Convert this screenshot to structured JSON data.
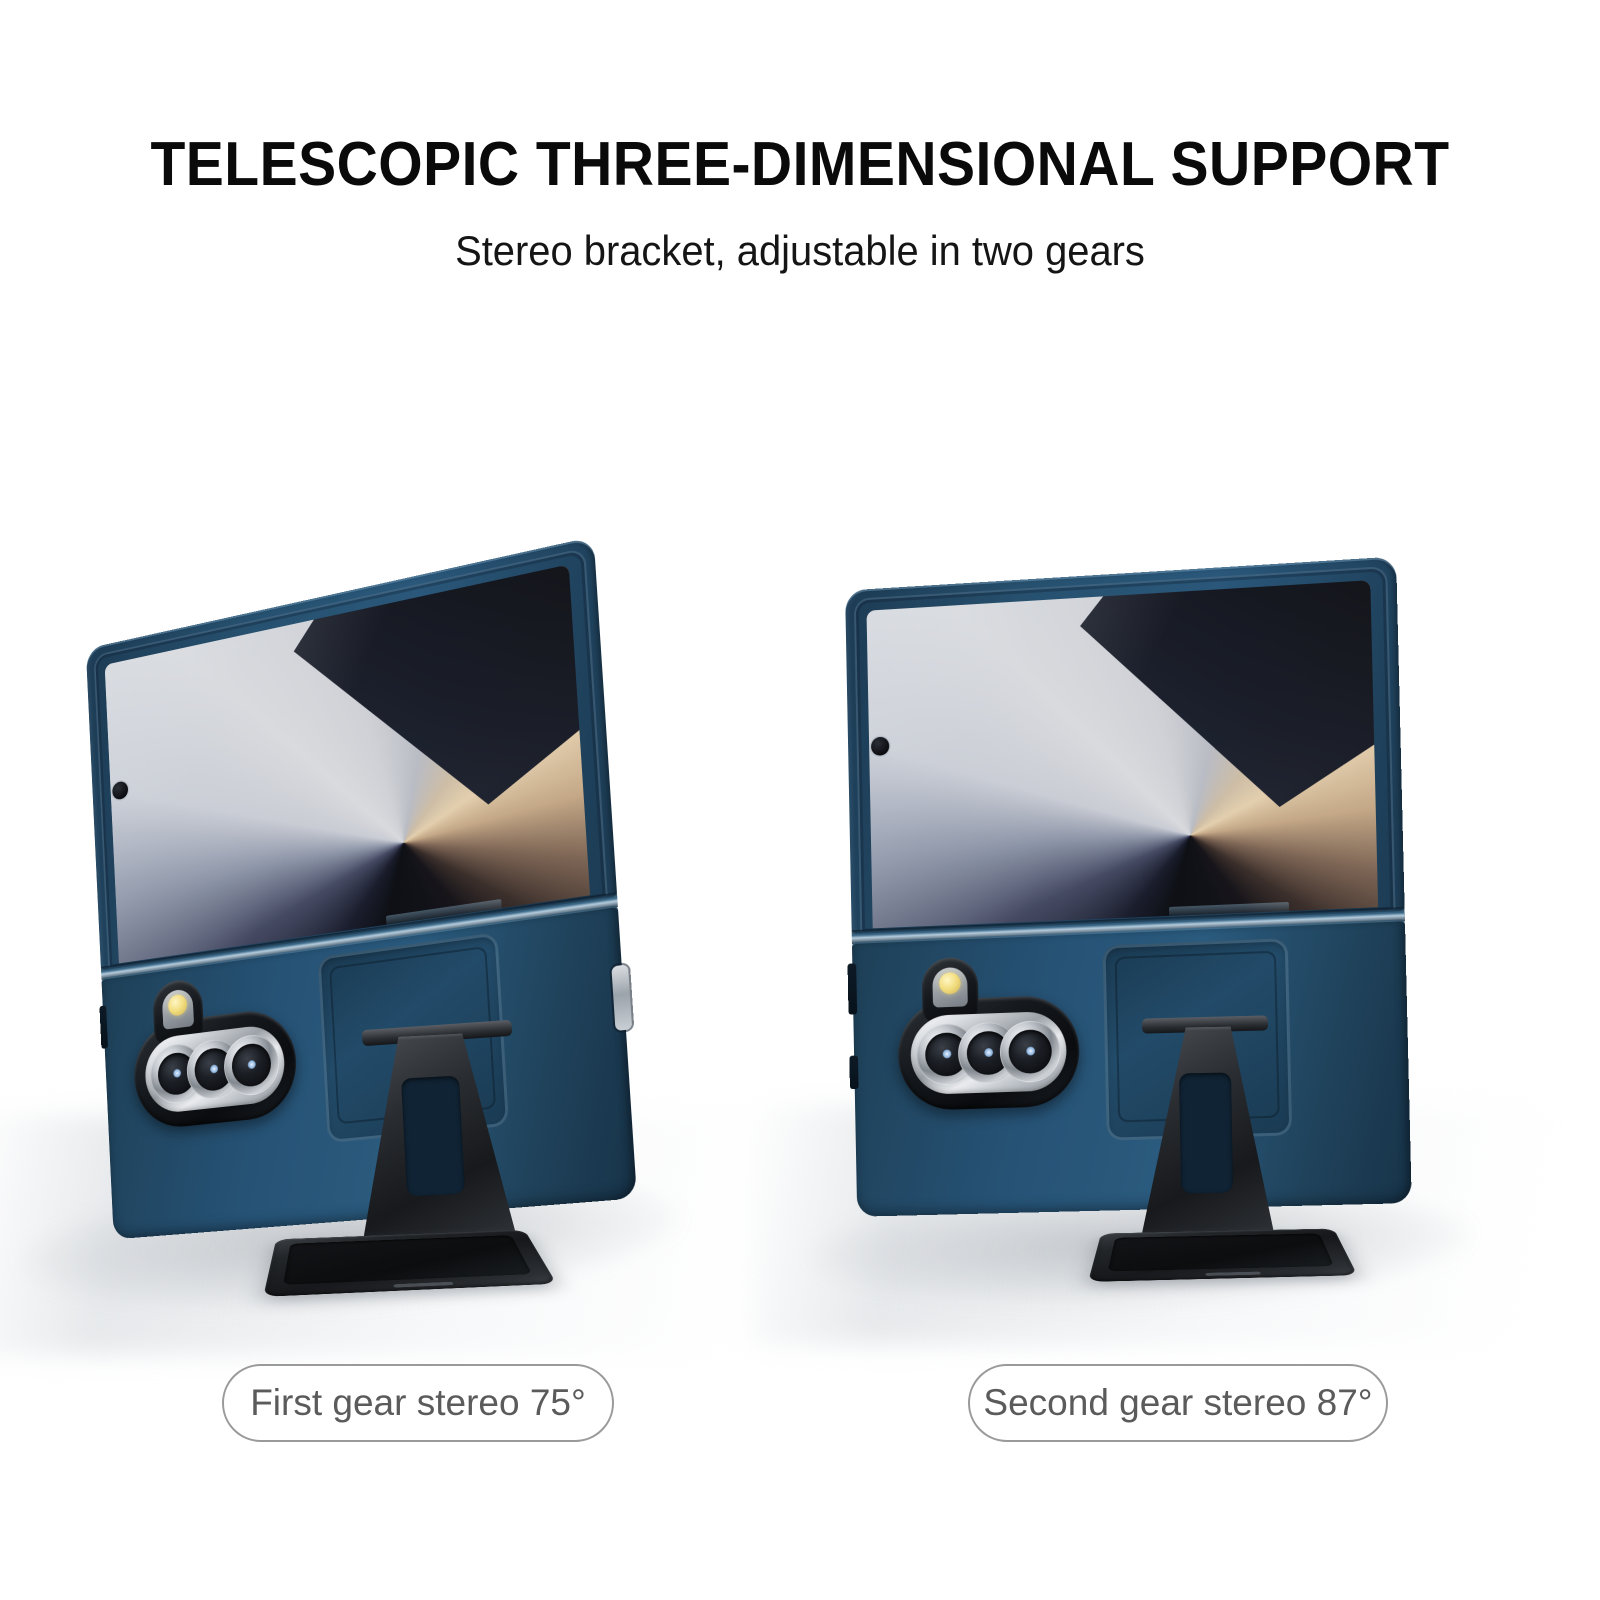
{
  "header": {
    "headline": "TELESCOPIC THREE-DIMENSIONAL SUPPORT",
    "subhead": "Stereo bracket, adjustable in two gears"
  },
  "captions": [
    {
      "label": "First gear stereo 75°",
      "angle": "75°",
      "gear": "First"
    },
    {
      "label": "Second gear stereo 87°",
      "angle": "87°",
      "gear": "Second"
    }
  ],
  "product": {
    "name": "Foldable phone case with telescopic kickstand",
    "case_color_name": "Navy Blue",
    "colors": {
      "background": "#ffffff",
      "case_blue_light": "#2a5a7d",
      "case_blue_mid": "#265275",
      "case_blue_dark": "#173349",
      "kickstand_black": "#1a1d20",
      "lens_silver": "#c6cbd1",
      "flash_amber": "#f2dd7e",
      "headline_text": "#0a0a0a",
      "caption_text": "#5b5b5b",
      "pill_border": "#9a9a9a"
    },
    "camera": {
      "lens_count": 3,
      "has_flash": true
    }
  },
  "devices": [
    {
      "id": "left-device",
      "gear": "first",
      "angle_degrees": 75
    },
    {
      "id": "right-device",
      "gear": "second",
      "angle_degrees": 87
    }
  ]
}
